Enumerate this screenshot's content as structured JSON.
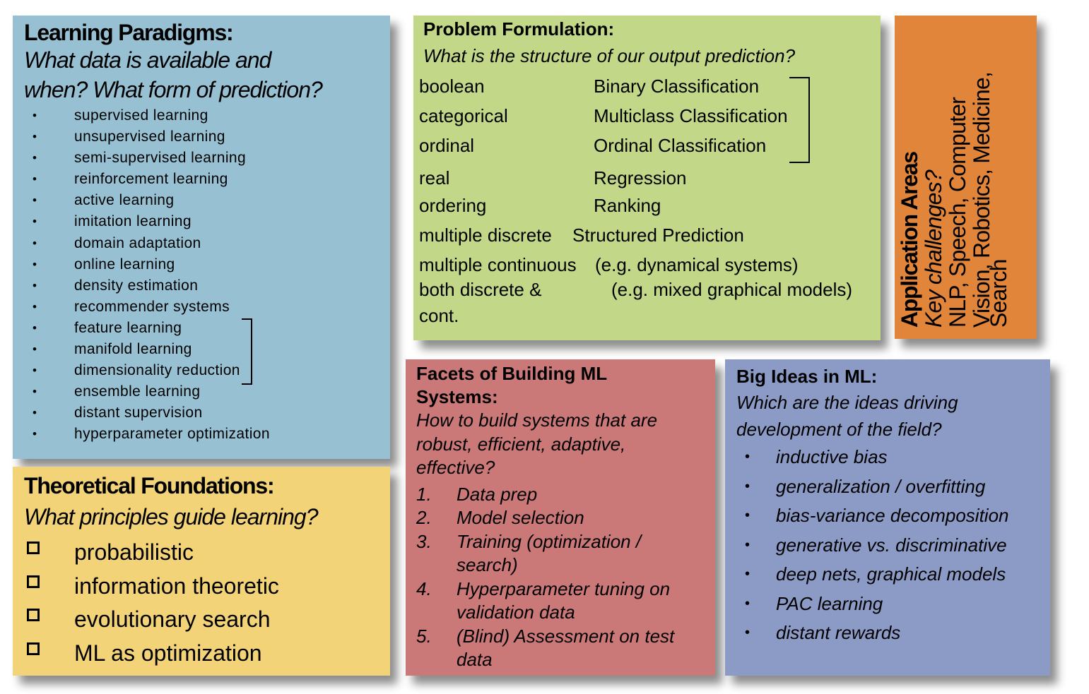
{
  "learning_paradigms": {
    "title": "Learning Paradigms:",
    "question_1": "What data is available and",
    "question_2": "when? What form of prediction?",
    "items": [
      "supervised learning",
      "unsupervised learning",
      "semi-supervised learning",
      "reinforcement learning",
      "active learning",
      "imitation learning",
      "domain adaptation",
      "online learning",
      "density estimation",
      "recommender systems",
      "feature learning",
      "manifold learning",
      "dimensionality reduction",
      "ensemble learning",
      "distant supervision",
      "hyperparameter optimization"
    ]
  },
  "theoretical_foundations": {
    "title": "Theoretical Foundations:",
    "question": "What principles guide learning?",
    "items": [
      "probabilistic",
      "information theoretic",
      "evolutionary search",
      "ML as optimization"
    ]
  },
  "problem_formulation": {
    "title": "Problem Formulation:",
    "question": "What is the structure of our output prediction?",
    "rows": [
      {
        "output": "boolean",
        "task": "Binary Classification"
      },
      {
        "output": "categorical",
        "task": "Multiclass Classification"
      },
      {
        "output": "ordinal",
        "task": "Ordinal Classification"
      },
      {
        "output": "real",
        "task": "Regression"
      },
      {
        "output": "ordering",
        "task": "Ranking"
      },
      {
        "output": "multiple discrete",
        "task": "Structured Prediction"
      },
      {
        "output": "multiple continuous",
        "task": "(e.g. dynamical systems)"
      },
      {
        "output": "both discrete &",
        "output_2": "cont.",
        "task": "(e.g. mixed graphical models)"
      }
    ]
  },
  "application_areas": {
    "title": "Application Areas",
    "question": "Key challenges?",
    "line_1": "NLP, Speech, Computer",
    "line_2": "Vision, Robotics, Medicine,",
    "line_3": "Search"
  },
  "facets": {
    "title": "Facets of Building ML Systems:",
    "question": "How to build systems that are robust, efficient, adaptive, effective?",
    "steps": [
      {
        "num": "1.",
        "text": "Data prep"
      },
      {
        "num": "2.",
        "text": "Model selection"
      },
      {
        "num": "3.",
        "text": "Training (optimization / search)"
      },
      {
        "num": "4.",
        "text": "Hyperparameter tuning on validation data"
      },
      {
        "num": "5.",
        "text": "(Blind) Assessment on test data"
      }
    ]
  },
  "big_ideas": {
    "title": "Big Ideas in ML:",
    "question": "Which are the ideas driving development of the field?",
    "items": [
      "inductive bias",
      "generalization / overfitting",
      "bias-variance decomposition",
      "generative vs. discriminative",
      "deep nets, graphical models",
      "PAC learning",
      "distant rewards"
    ]
  },
  "colors": {
    "learning_paradigms": "#97c1d3",
    "theoretical_foundations": "#f3d377",
    "problem_formulation": "#c2d888",
    "application_areas": "#e0853a",
    "facets": "#cb7878",
    "big_ideas": "#8c9ac6"
  }
}
